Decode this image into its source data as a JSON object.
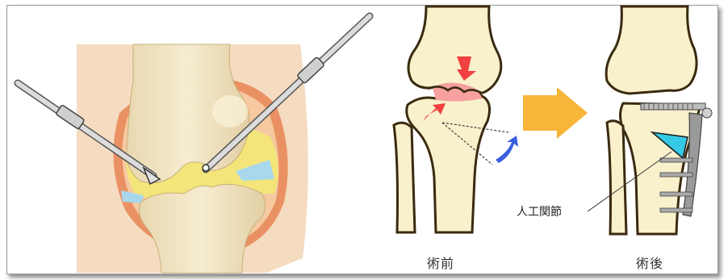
{
  "labels": {
    "before": "術前",
    "after": "術後",
    "artificial_joint": "人工関節"
  },
  "colors": {
    "bone": "#f9f0cc",
    "bone_outline": "#3a2a10",
    "skin": "#f5dcc0",
    "cartilage": "#f3e57a",
    "meniscus_blue": "#a9d8ec",
    "capsule_orange": "#e9885a",
    "highlight_red": "#f04040",
    "arrow_orange": "#f7b53a",
    "arrow_blue": "#3a5ee0",
    "implant_cyan": "#36c9e6",
    "instrument_gray": "#b0b0b0"
  }
}
